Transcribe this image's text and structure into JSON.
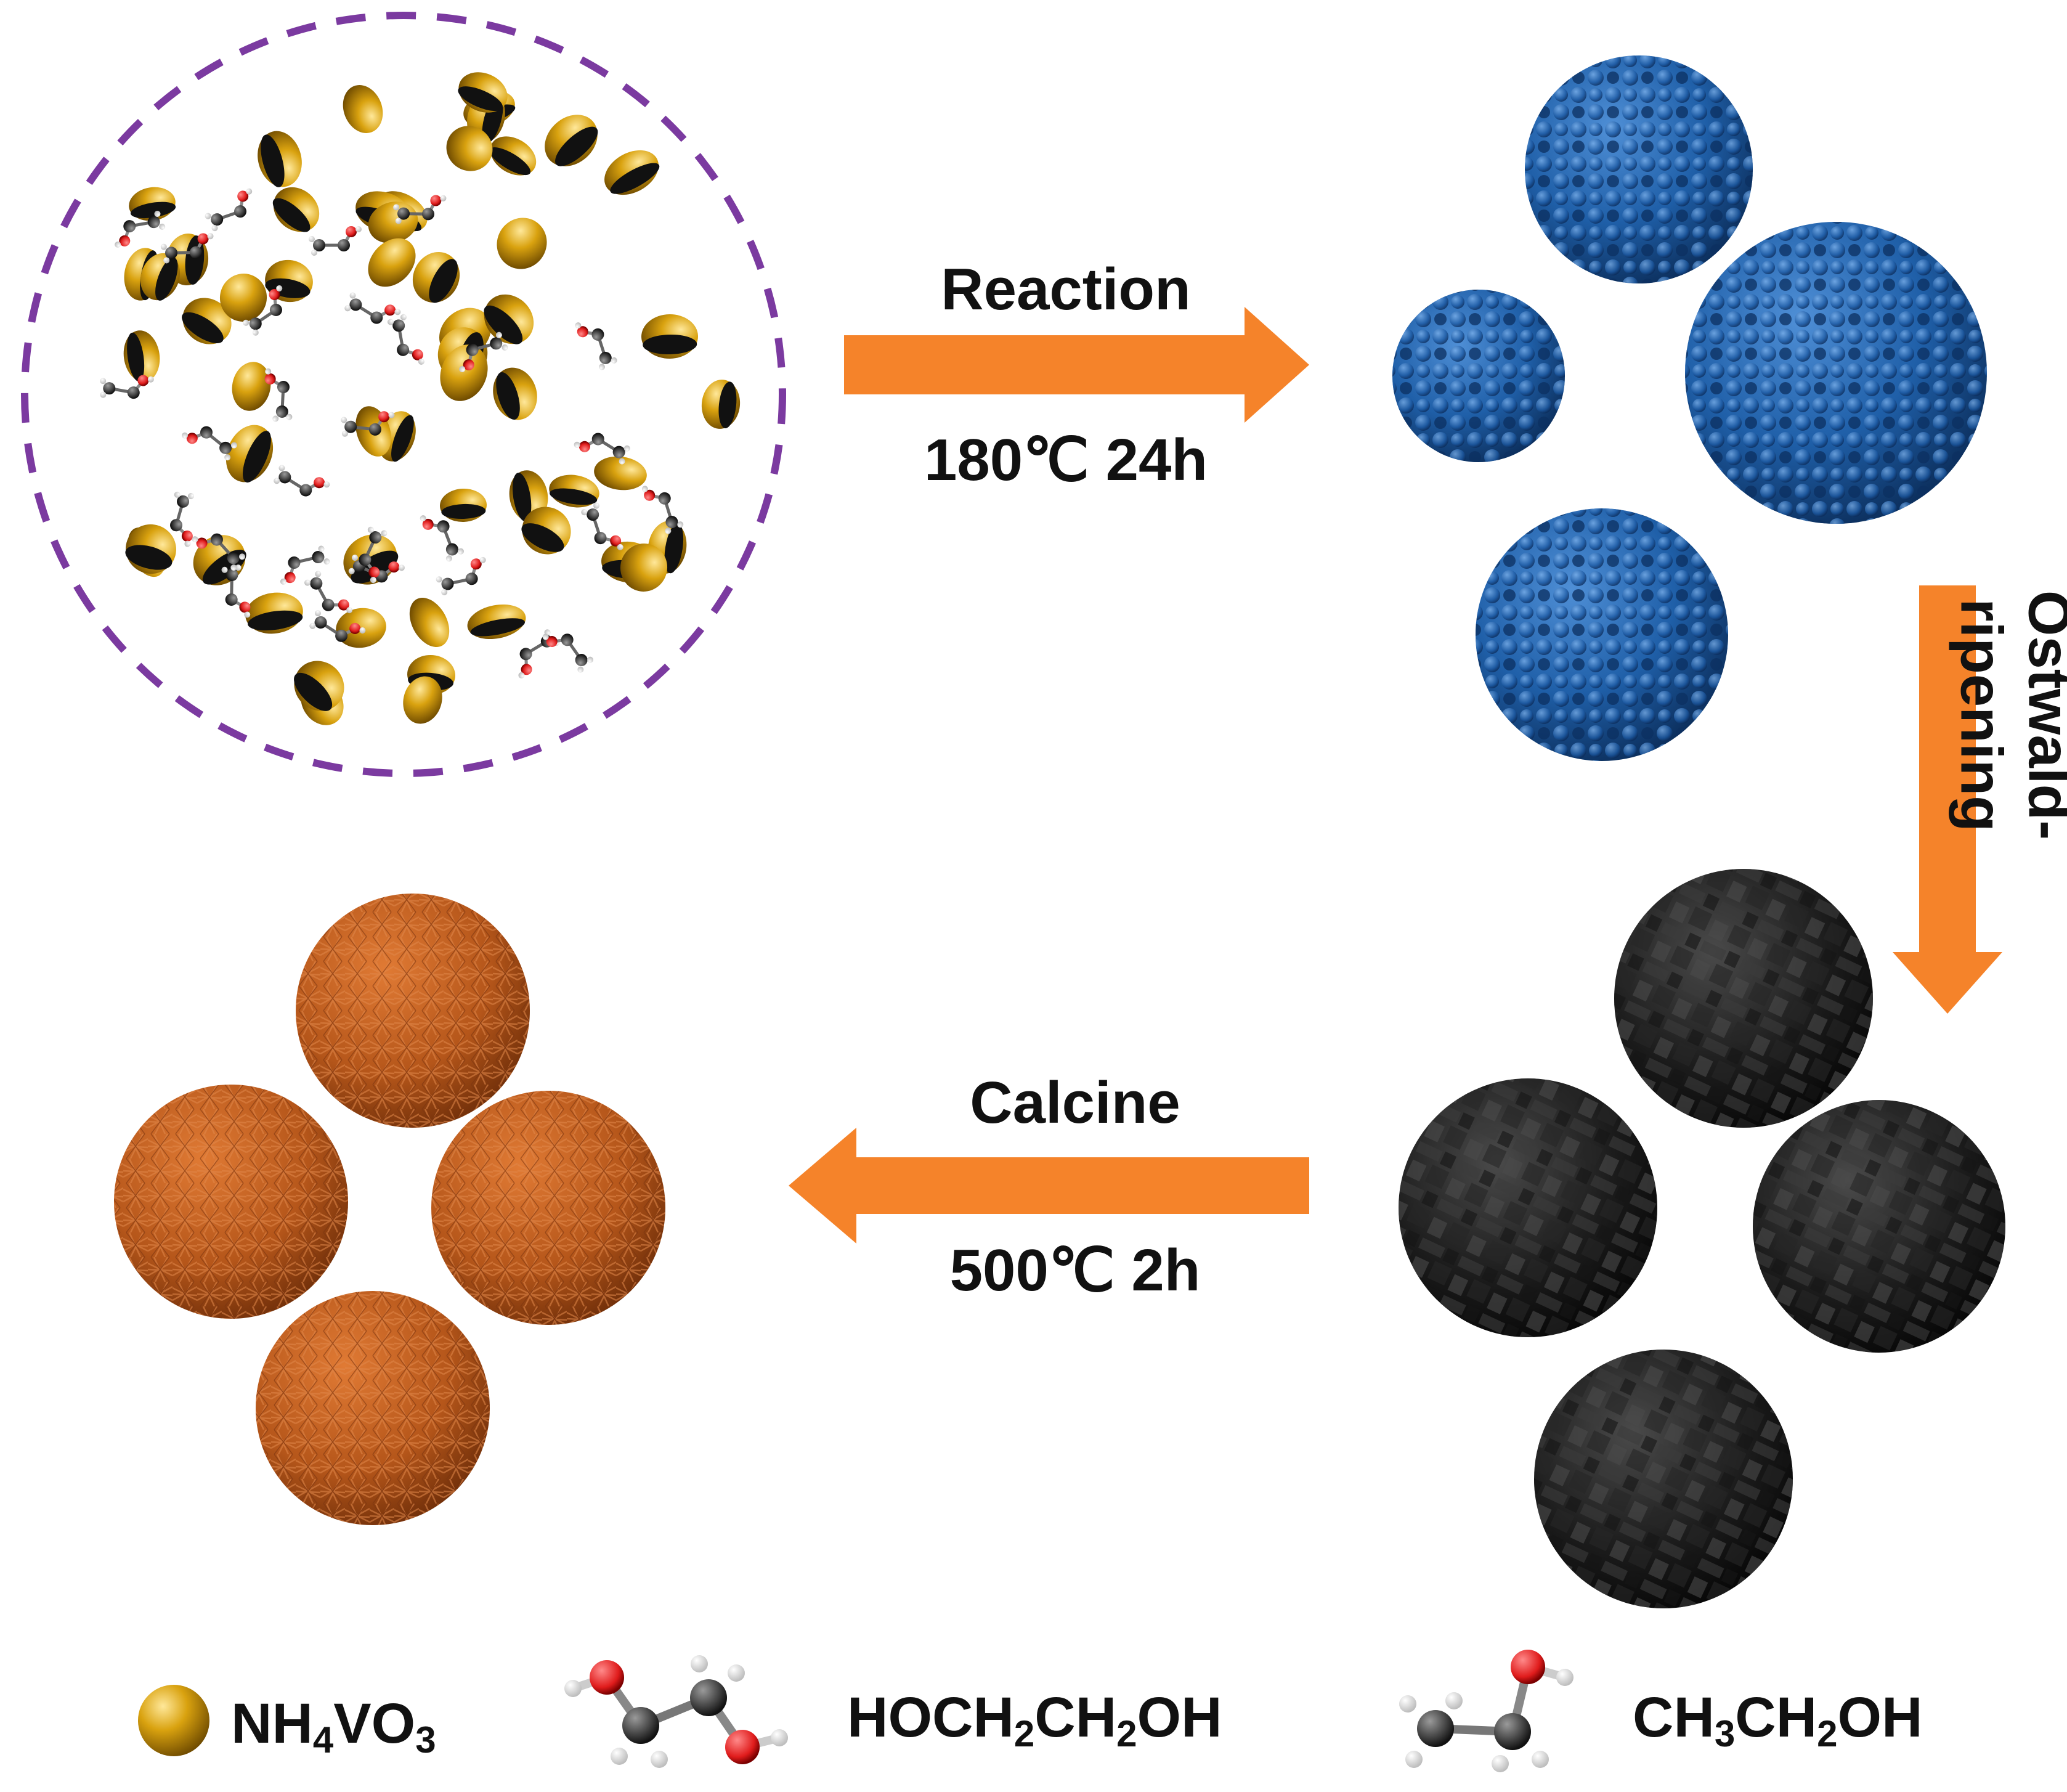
{
  "steps": {
    "reaction": {
      "label": "Reaction",
      "condition": "180℃ 24h"
    },
    "ostwald": {
      "label_line1": "Ostwald-",
      "label_line2": "ripening"
    },
    "calcine": {
      "label": "Calcine",
      "condition": "500℃ 2h"
    }
  },
  "legend": {
    "nh4vo3": {
      "main": "NH",
      "sub1": "4",
      "mid": "VO",
      "sub2": "3"
    },
    "glycol": {
      "p1": "HOCH",
      "s1": "2",
      "p2": "CH",
      "s2": "2",
      "p3": "OH"
    },
    "ethanol": {
      "p1": "CH",
      "s1": "3",
      "p2": "CH",
      "s2": "2",
      "p3": "OH"
    }
  },
  "colors": {
    "arrow": "#f5832a",
    "dashed_circle": "#7b3aa0",
    "precursor_gold": "#d9a20f",
    "hydrothermal_blue": "#1f5fa8",
    "intermediate_black": "#1a1a1a",
    "calcined_orange": "#b5561a",
    "oxygen_atom": "#e01c1c",
    "carbon_atom": "#3a3a3a",
    "hydrogen_atom": "#eeeeee"
  }
}
